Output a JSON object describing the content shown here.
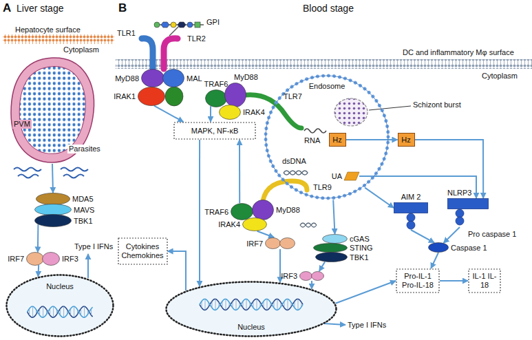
{
  "diagram": {
    "nodes": [
      {
        "text": [
          "PVM"
        ]
      },
      {
        "text": [
          "MDA5"
        ]
      },
      {
        "text": [
          "MAVS"
        ]
      },
      {
        "text": [
          "TBK1"
        ]
      },
      {
        "text": [
          "IRF7"
        ]
      },
      {
        "text": [
          "IRF3"
        ]
      },
      {
        "text": [
          "Nucleus"
        ]
      },
      {
        "text": [
          "MyD88"
        ]
      },
      {
        "text": [
          "MAL"
        ]
      },
      {
        "text": [
          "IRAK1"
        ]
      },
      {
        "text": [
          "MAPK, NF-κB"
        ]
      },
      {
        "text": [
          "Endosome"
        ]
      },
      {
        "text": [
          "Hz"
        ],
        "in": 11
      },
      {
        "text": [
          "UA"
        ],
        "in": 11
      },
      {
        "text": [
          "Hz"
        ]
      },
      {
        "text": [
          "TRAF6"
        ]
      },
      {
        "text": [
          "MyD88"
        ]
      },
      {
        "text": [
          "IRAK4"
        ]
      },
      {
        "text": [
          "TRAF6"
        ]
      },
      {
        "text": [
          "MyD88"
        ]
      },
      {
        "text": [
          "IRAK4"
        ]
      },
      {
        "text": [
          "Cytokines Chemokines"
        ]
      },
      {
        "text": [
          "IRF7"
        ]
      },
      {
        "text": [
          "cGAS"
        ]
      },
      {
        "text": [
          "STING"
        ]
      },
      {
        "text": [
          "TBK1"
        ]
      },
      {
        "text": [
          "IRF3"
        ]
      },
      {
        "text": [
          "AIM 2"
        ]
      },
      {
        "text": [
          "NLRP3"
        ]
      },
      {
        "text": [
          "Caspase 1"
        ]
      },
      {
        "text": [
          "Nucleus"
        ]
      },
      {
        "text": [
          "Pro-IL-1 Pro-IL-18"
        ]
      },
      {
        "text": [
          "IL-1 IL-18"
        ]
      }
    ],
    "edges": [
      {
        "from": 0,
        "to": 1,
        "arrow": "to"
      },
      {
        "from": 3,
        "to": 4,
        "arrow": "to"
      },
      {
        "from": 4,
        "to": 6,
        "arrow": "to"
      },
      {
        "from": 9,
        "to": 10,
        "arrow": "to"
      },
      {
        "from": 15,
        "to": 10,
        "arrow": "to"
      },
      {
        "from": 10,
        "to": 30,
        "arrow": "to"
      },
      {
        "from": 12,
        "to": 14,
        "arrow": "to"
      },
      {
        "from": 14,
        "to": 28,
        "arrow": "to"
      },
      {
        "from": 13,
        "to": 28,
        "arrow": "to"
      },
      {
        "from": 11,
        "to": 27,
        "arrow": "to"
      },
      {
        "from": 11,
        "to": 23,
        "arrow": "to"
      },
      {
        "from": 18,
        "to": 10,
        "arrow": "to"
      },
      {
        "from": 20,
        "to": 22,
        "arrow": "to"
      },
      {
        "from": 22,
        "to": 30,
        "arrow": "to"
      },
      {
        "from": 25,
        "to": 26,
        "arrow": "to"
      },
      {
        "from": 26,
        "to": 30,
        "arrow": "to"
      },
      {
        "from": 27,
        "to": 29,
        "arrow": "to"
      },
      {
        "from": 28,
        "to": 29,
        "arrow": "to"
      },
      {
        "from": 29,
        "to": 31,
        "arrow": "to"
      },
      {
        "from": 30,
        "to": 21,
        "arrow": "to"
      },
      {
        "from": 30,
        "to": 31,
        "arrow": "to"
      },
      {
        "from": 31,
        "to": 32,
        "arrow": "to"
      }
    ],
    "labels": [
      "A",
      "Liver stage",
      "Hepatocyte surface",
      "Cytoplasm",
      "Parasites",
      "Type I IFNs",
      "B",
      "Blood stage",
      "GPI",
      "TLR1",
      "TLR2",
      "DC and inflammatory Mφ surface",
      "Cytoplasm",
      "TLR7",
      "Schizont burst",
      "RNA",
      "dsDNA",
      "TLR9",
      "Pro caspase 1",
      "Type I IFNs"
    ]
  }
}
